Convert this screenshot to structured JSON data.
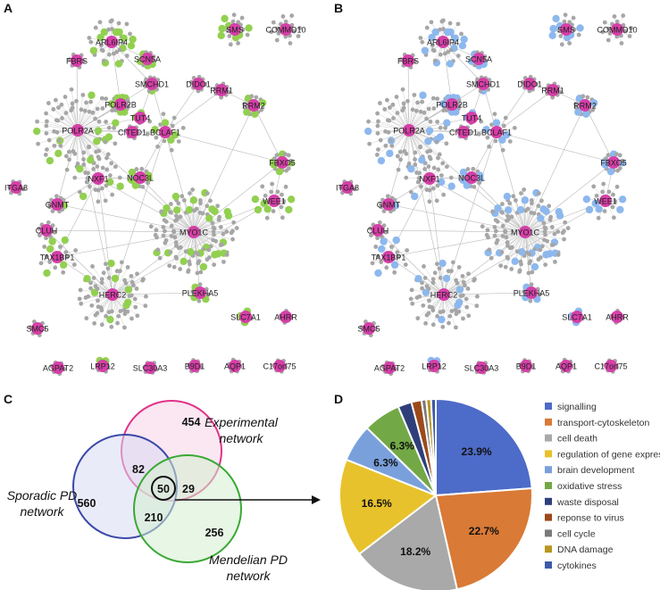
{
  "panels": {
    "A": "A",
    "B": "B",
    "C": "C",
    "D": "D"
  },
  "networks": {
    "A": {
      "highlight_color": "#92d050",
      "hub_color": "#d63fa8",
      "node_color": "#a6a6a6",
      "genes": [
        "ARL6IP4",
        "SMS",
        "COMMD10",
        "FBRS",
        "SCN5A",
        "SMCHD1",
        "DIDO1",
        "RRM1",
        "POLR2B",
        "RRM2",
        "TUT4",
        "CITED1",
        "BCLAF1",
        "POLR2A",
        "FBXO5",
        "ITGA8",
        "NOC3L",
        "NXF1",
        "GNMT",
        "WEE1",
        "CLUH",
        "MYO1C",
        "TAX1BP1",
        "PLEKHA5",
        "HERC2",
        "SLC7A1",
        "AHRR",
        "SMC5",
        "AGPAT2",
        "LRP12",
        "SLC30A3",
        "B9D1",
        "AQP1",
        "C17orf75"
      ]
    },
    "B": {
      "highlight_color": "#8db8ee",
      "hub_color": "#d63fa8",
      "node_color": "#a6a6a6",
      "genes": [
        "ARL6IP4",
        "SMS",
        "COMMD10",
        "FBRS",
        "SCN5A",
        "SMCHD1",
        "DIDO1",
        "RRM1",
        "POLR2B",
        "RRM2",
        "TUT4",
        "CITED1",
        "BCLAF1",
        "POLR2A",
        "FBXO5",
        "ITGA8",
        "NOC3L",
        "NXF1",
        "GNMT",
        "WEE1",
        "CLUH",
        "MYO1C",
        "TAX1BP1",
        "PLEKHA5",
        "HERC2",
        "SLC7A1",
        "AHRR",
        "SMC5",
        "AGPAT2",
        "LRP12",
        "SLC30A3",
        "B9D1",
        "AQP1",
        "C17orf75"
      ]
    }
  },
  "venn": {
    "sets": [
      {
        "name_line1": "Experimental",
        "name_line2": "network",
        "color": "#e0338a",
        "fill": "#f6d3e6"
      },
      {
        "name_line1": "Sporadic PD",
        "name_line2": "network",
        "color": "#3b48a8",
        "fill": "#d8dbf2"
      },
      {
        "name_line1": "Mendelian PD",
        "name_line2": "network",
        "color": "#3aa835",
        "fill": "#d4efcf"
      }
    ],
    "regions": {
      "exp_only": "454",
      "exp_spo": "82",
      "all": "50",
      "exp_men": "29",
      "spo_only": "560",
      "spo_men": "210",
      "men_only": "256"
    }
  },
  "chart_data": {
    "type": "pie",
    "categories": [
      "signalling",
      "transport-cytoskeleton",
      "cell death",
      "regulation of gene expression",
      "brain development",
      "oxidative stress",
      "waste disposal",
      "reponse to virus",
      "cell cycle",
      "DNA damage",
      "cytokines"
    ],
    "values": [
      23.9,
      22.7,
      18.2,
      16.5,
      6.3,
      6.3,
      2.3,
      1.7,
      0.8,
      0.8,
      0.8
    ],
    "labels": [
      "23.9%",
      "22.7%",
      "18.2%",
      "16.5%",
      "6.3%",
      "6.3%",
      "",
      "",
      "",
      "",
      ""
    ],
    "colors": [
      "#4d6bc8",
      "#d97a36",
      "#a9a9a9",
      "#e8c22c",
      "#7aa0dc",
      "#73a846",
      "#2f3f7a",
      "#9c4a1b",
      "#7a7a7a",
      "#b8961f",
      "#3c5aa8"
    ],
    "legend_position": "right"
  }
}
